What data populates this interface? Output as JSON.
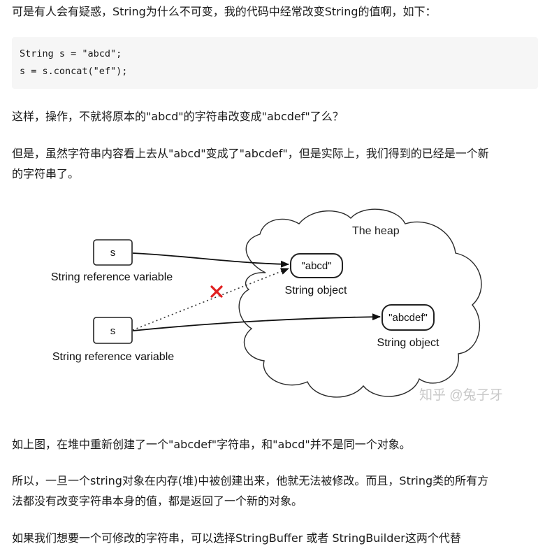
{
  "paragraphs": {
    "p1": "可是有人会有疑惑，String为什么不可变，我的代码中经常改变String的值啊，如下：",
    "p2": "这样，操作，不就将原本的\"abcd\"的字符串改变成\"abcdef\"了么？",
    "p3_line1": "但是，虽然字符串内容看上去从\"abcd\"变成了\"abcdef\"，但是实际上，我们得到的已经是一个新",
    "p3_line2": "的字符串了。",
    "p4": "如上图，在堆中重新创建了一个\"abcdef\"字符串，和\"abcd\"并不是同一个对象。",
    "p5_line1": "所以，一旦一个string对象在内存(堆)中被创建出来，他就无法被修改。而且，String类的所有方",
    "p5_line2": "法都没有改变字符串本身的值，都是返回了一个新的对象。",
    "p6": "如果我们想要一个可修改的字符串，可以选择StringBuffer 或者 StringBuilder这两个代替"
  },
  "code": {
    "line1": "String s = \"abcd\";",
    "line2": "s = s.concat(\"ef\");"
  },
  "diagram": {
    "heap_label": "The heap",
    "var1_name": "s",
    "var1_label": "String reference variable",
    "var2_name": "s",
    "var2_label": "String reference variable",
    "obj1_value": "\"abcd\"",
    "obj1_label": "String object",
    "obj2_value": "\"abcdef\"",
    "obj2_label": "String object",
    "watermark": "知乎 @兔子牙",
    "cross_color": "#e02020"
  }
}
